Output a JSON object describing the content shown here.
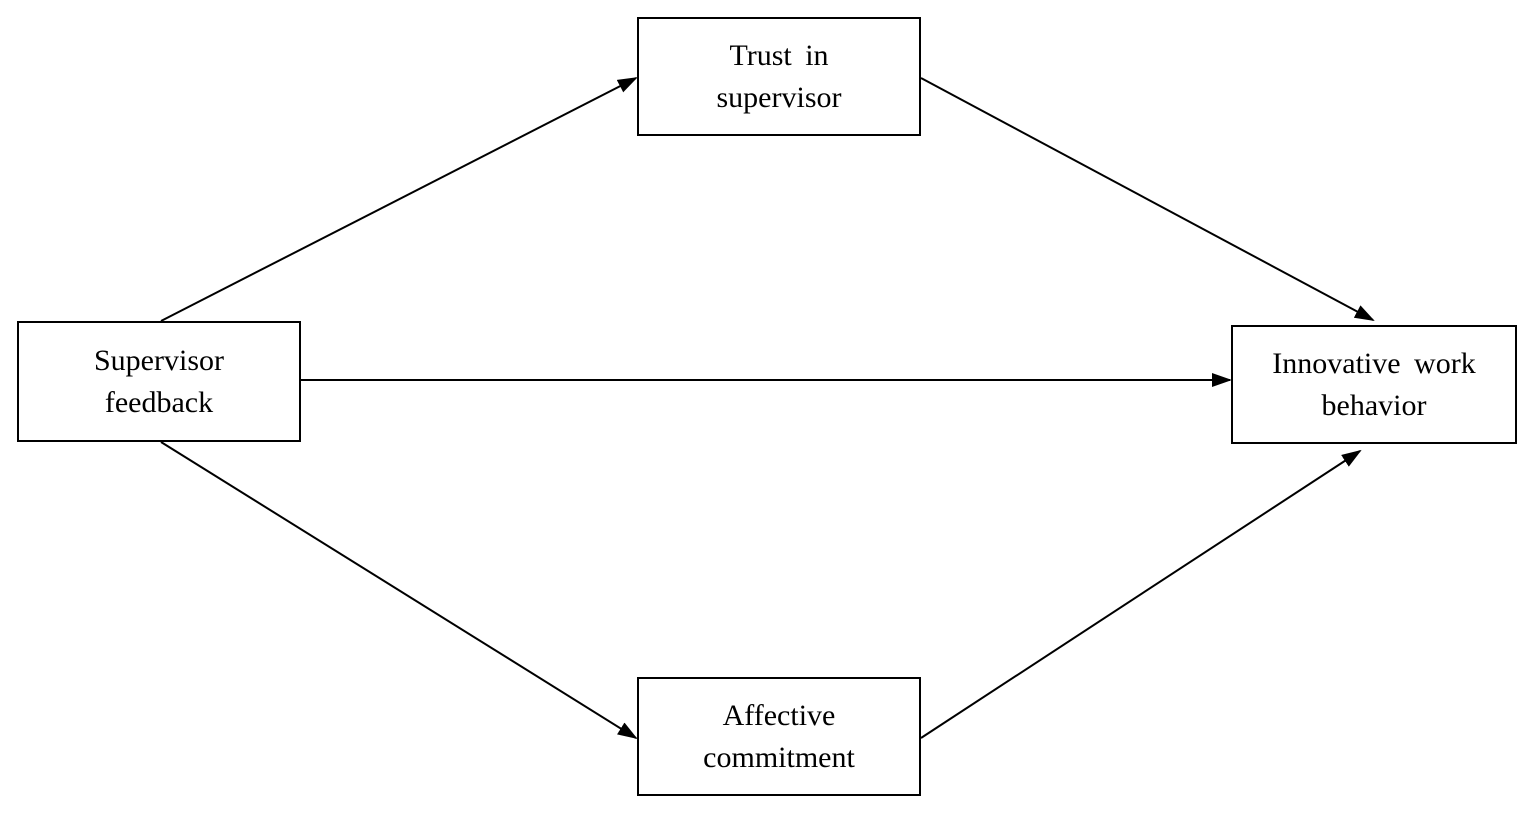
{
  "nodes": {
    "supervisor_feedback": {
      "line1": "Supervisor",
      "line2": "feedback"
    },
    "trust_in_supervisor": {
      "line1": "Trust in",
      "line2": "supervisor"
    },
    "affective_commitment": {
      "line1": "Affective",
      "line2": "commitment"
    },
    "innovative_work_behavior": {
      "line1": "Innovative work",
      "line2": "behavior"
    }
  },
  "edges": [
    {
      "from": "supervisor_feedback",
      "to": "trust_in_supervisor"
    },
    {
      "from": "supervisor_feedback",
      "to": "innovative_work_behavior"
    },
    {
      "from": "supervisor_feedback",
      "to": "affective_commitment"
    },
    {
      "from": "trust_in_supervisor",
      "to": "innovative_work_behavior"
    },
    {
      "from": "affective_commitment",
      "to": "innovative_work_behavior"
    }
  ],
  "colors": {
    "stroke": "#000000",
    "background": "#ffffff"
  }
}
